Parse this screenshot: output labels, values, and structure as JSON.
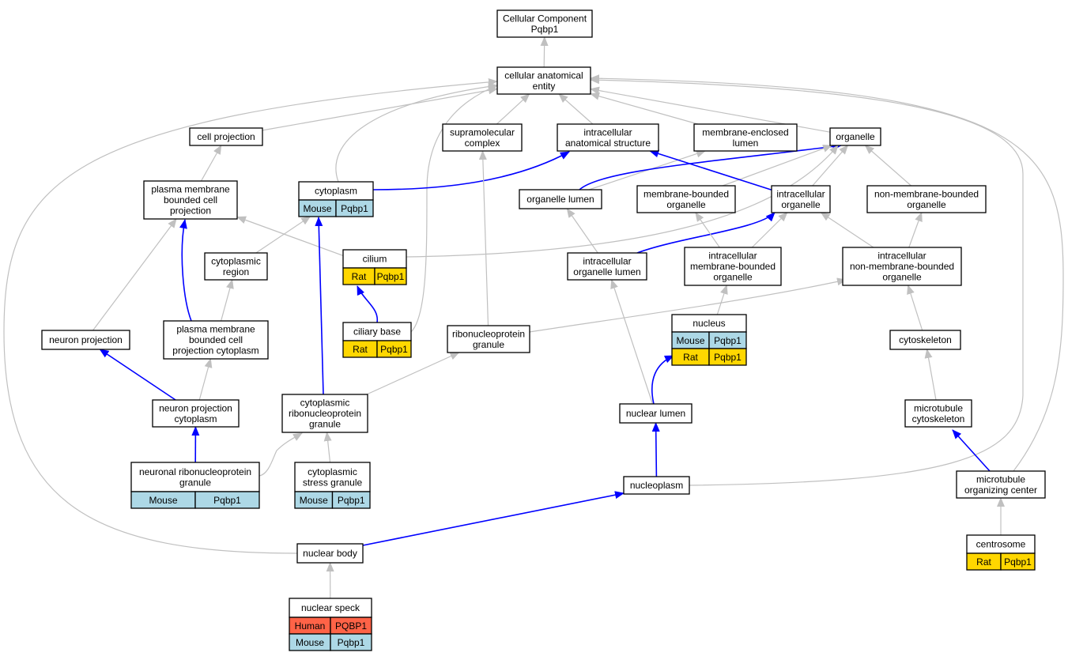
{
  "colors": {
    "edge_gray": "#c0c0c0",
    "edge_blue": "#0000ff",
    "Mouse": "#add8e6",
    "Rat": "#ffd700",
    "Human": "#ff6347"
  },
  "nodes": [
    {
      "id": "root",
      "lines": [
        "Cellular Component",
        "Pqbp1"
      ]
    },
    {
      "id": "cae",
      "lines": [
        "cellular anatomical",
        "entity"
      ]
    },
    {
      "id": "cellproj",
      "lines": [
        "cell projection"
      ]
    },
    {
      "id": "supramol",
      "lines": [
        "supramolecular",
        "complex"
      ]
    },
    {
      "id": "ias",
      "lines": [
        "intracellular",
        "anatomical structure"
      ]
    },
    {
      "id": "mel",
      "lines": [
        "membrane-enclosed",
        "lumen"
      ]
    },
    {
      "id": "organelle",
      "lines": [
        "organelle"
      ]
    },
    {
      "id": "pmbcp",
      "lines": [
        "plasma membrane",
        "bounded cell",
        "projection"
      ]
    },
    {
      "id": "cytoplasm",
      "lines": [
        "cytoplasm"
      ],
      "rows": [
        [
          "Mouse",
          "Pqbp1"
        ]
      ]
    },
    {
      "id": "orglumen",
      "lines": [
        "organelle lumen"
      ]
    },
    {
      "id": "mbo",
      "lines": [
        "membrane-bounded",
        "organelle"
      ]
    },
    {
      "id": "io",
      "lines": [
        "intracellular",
        "organelle"
      ]
    },
    {
      "id": "nmbo",
      "lines": [
        "non-membrane-bounded",
        "organelle"
      ]
    },
    {
      "id": "cytoregion",
      "lines": [
        "cytoplasmic",
        "region"
      ]
    },
    {
      "id": "cilium",
      "lines": [
        "cilium"
      ],
      "rows": [
        [
          "Rat",
          "Pqbp1"
        ]
      ]
    },
    {
      "id": "iol",
      "lines": [
        "intracellular",
        "organelle lumen"
      ]
    },
    {
      "id": "imbo",
      "lines": [
        "intracellular",
        "membrane-bounded",
        "organelle"
      ]
    },
    {
      "id": "inmbo",
      "lines": [
        "intracellular",
        "non-membrane-bounded",
        "organelle"
      ]
    },
    {
      "id": "neuronproj",
      "lines": [
        "neuron projection"
      ]
    },
    {
      "id": "pmbcpc",
      "lines": [
        "plasma membrane",
        "bounded cell",
        "projection cytoplasm"
      ]
    },
    {
      "id": "ciliarybase",
      "lines": [
        "ciliary base"
      ],
      "rows": [
        [
          "Rat",
          "Pqbp1"
        ]
      ]
    },
    {
      "id": "rnpgranule",
      "lines": [
        "ribonucleoprotein",
        "granule"
      ]
    },
    {
      "id": "nucleus",
      "lines": [
        "nucleus"
      ],
      "rows": [
        [
          "Mouse",
          "Pqbp1"
        ],
        [
          "Rat",
          "Pqbp1"
        ]
      ]
    },
    {
      "id": "cytoskeleton",
      "lines": [
        "cytoskeleton"
      ]
    },
    {
      "id": "npc",
      "lines": [
        "neuron projection",
        "cytoplasm"
      ]
    },
    {
      "id": "crnpg",
      "lines": [
        "cytoplasmic",
        "ribonucleoprotein",
        "granule"
      ]
    },
    {
      "id": "nuclumen",
      "lines": [
        "nuclear lumen"
      ]
    },
    {
      "id": "mtcyto",
      "lines": [
        "microtubule",
        "cytoskeleton"
      ]
    },
    {
      "id": "nrnpg",
      "lines": [
        "neuronal ribonucleoprotein",
        "granule"
      ],
      "rows": [
        [
          "Mouse",
          "Pqbp1"
        ]
      ]
    },
    {
      "id": "csg",
      "lines": [
        "cytoplasmic",
        "stress granule"
      ],
      "rows": [
        [
          "Mouse",
          "Pqbp1"
        ]
      ]
    },
    {
      "id": "nucleoplasm",
      "lines": [
        "nucleoplasm"
      ]
    },
    {
      "id": "mtoc",
      "lines": [
        "microtubule",
        "organizing center"
      ]
    },
    {
      "id": "nucbody",
      "lines": [
        "nuclear body"
      ]
    },
    {
      "id": "centrosome",
      "lines": [
        "centrosome"
      ],
      "rows": [
        [
          "Rat",
          "Pqbp1"
        ]
      ]
    },
    {
      "id": "nucspeck",
      "lines": [
        "nuclear speck"
      ],
      "rows": [
        [
          "Human",
          "PQBP1"
        ],
        [
          "Mouse",
          "Pqbp1"
        ]
      ]
    }
  ],
  "edges": [
    {
      "from": "cae",
      "to": "root",
      "color": "gray"
    },
    {
      "from": "cellproj",
      "to": "cae",
      "color": "gray"
    },
    {
      "from": "supramol",
      "to": "cae",
      "color": "gray"
    },
    {
      "from": "ias",
      "to": "cae",
      "color": "gray"
    },
    {
      "from": "mel",
      "to": "cae",
      "color": "gray"
    },
    {
      "from": "organelle",
      "to": "cae",
      "color": "gray"
    },
    {
      "from": "cytoplasm",
      "to": "cae",
      "color": "gray"
    },
    {
      "from": "ciliarybase",
      "to": "cae",
      "color": "gray"
    },
    {
      "from": "nucbody",
      "to": "cae",
      "color": "gray"
    },
    {
      "from": "nucleoplasm",
      "to": "cae",
      "color": "gray"
    },
    {
      "from": "mtoc",
      "to": "cae",
      "color": "gray"
    },
    {
      "from": "cytoplasm",
      "to": "ias",
      "color": "blue"
    },
    {
      "from": "pmbcp",
      "to": "cellproj",
      "color": "gray"
    },
    {
      "from": "orglumen",
      "to": "mel",
      "color": "gray"
    },
    {
      "from": "orglumen",
      "to": "organelle",
      "color": "blue"
    },
    {
      "from": "mbo",
      "to": "organelle",
      "color": "gray"
    },
    {
      "from": "io",
      "to": "organelle",
      "color": "gray"
    },
    {
      "from": "io",
      "to": "ias",
      "color": "blue"
    },
    {
      "from": "nmbo",
      "to": "organelle",
      "color": "gray"
    },
    {
      "from": "cilium",
      "to": "pmbcp",
      "color": "gray"
    },
    {
      "from": "cilium",
      "to": "organelle",
      "color": "gray"
    },
    {
      "from": "cytoregion",
      "to": "cytoplasm",
      "color": "gray"
    },
    {
      "from": "iol",
      "to": "orglumen",
      "color": "gray"
    },
    {
      "from": "iol",
      "to": "io",
      "color": "blue"
    },
    {
      "from": "imbo",
      "to": "mbo",
      "color": "gray"
    },
    {
      "from": "imbo",
      "to": "io",
      "color": "gray"
    },
    {
      "from": "inmbo",
      "to": "nmbo",
      "color": "gray"
    },
    {
      "from": "inmbo",
      "to": "io",
      "color": "gray"
    },
    {
      "from": "neuronproj",
      "to": "pmbcp",
      "color": "gray"
    },
    {
      "from": "pmbcpc",
      "to": "pmbcp",
      "color": "blue"
    },
    {
      "from": "pmbcpc",
      "to": "cytoregion",
      "color": "gray"
    },
    {
      "from": "ciliarybase",
      "to": "cilium",
      "color": "blue"
    },
    {
      "from": "rnpgranule",
      "to": "supramol",
      "color": "gray"
    },
    {
      "from": "rnpgranule",
      "to": "inmbo",
      "color": "gray"
    },
    {
      "from": "nucleus",
      "to": "imbo",
      "color": "gray"
    },
    {
      "from": "cytoskeleton",
      "to": "inmbo",
      "color": "gray"
    },
    {
      "from": "npc",
      "to": "neuronproj",
      "color": "blue"
    },
    {
      "from": "npc",
      "to": "pmbcpc",
      "color": "gray"
    },
    {
      "from": "crnpg",
      "to": "rnpgranule",
      "color": "gray"
    },
    {
      "from": "crnpg",
      "to": "cytoplasm",
      "color": "blue"
    },
    {
      "from": "nuclumen",
      "to": "iol",
      "color": "gray"
    },
    {
      "from": "nuclumen",
      "to": "nucleus",
      "color": "blue"
    },
    {
      "from": "mtcyto",
      "to": "cytoskeleton",
      "color": "gray"
    },
    {
      "from": "nrnpg",
      "to": "npc",
      "color": "blue"
    },
    {
      "from": "nrnpg",
      "to": "crnpg",
      "color": "gray"
    },
    {
      "from": "csg",
      "to": "crnpg",
      "color": "gray"
    },
    {
      "from": "nucleoplasm",
      "to": "nuclumen",
      "color": "blue"
    },
    {
      "from": "mtoc",
      "to": "mtcyto",
      "color": "blue"
    },
    {
      "from": "nucbody",
      "to": "nucleoplasm",
      "color": "blue"
    },
    {
      "from": "centrosome",
      "to": "mtoc",
      "color": "gray"
    },
    {
      "from": "nucspeck",
      "to": "nucbody",
      "color": "gray"
    }
  ]
}
